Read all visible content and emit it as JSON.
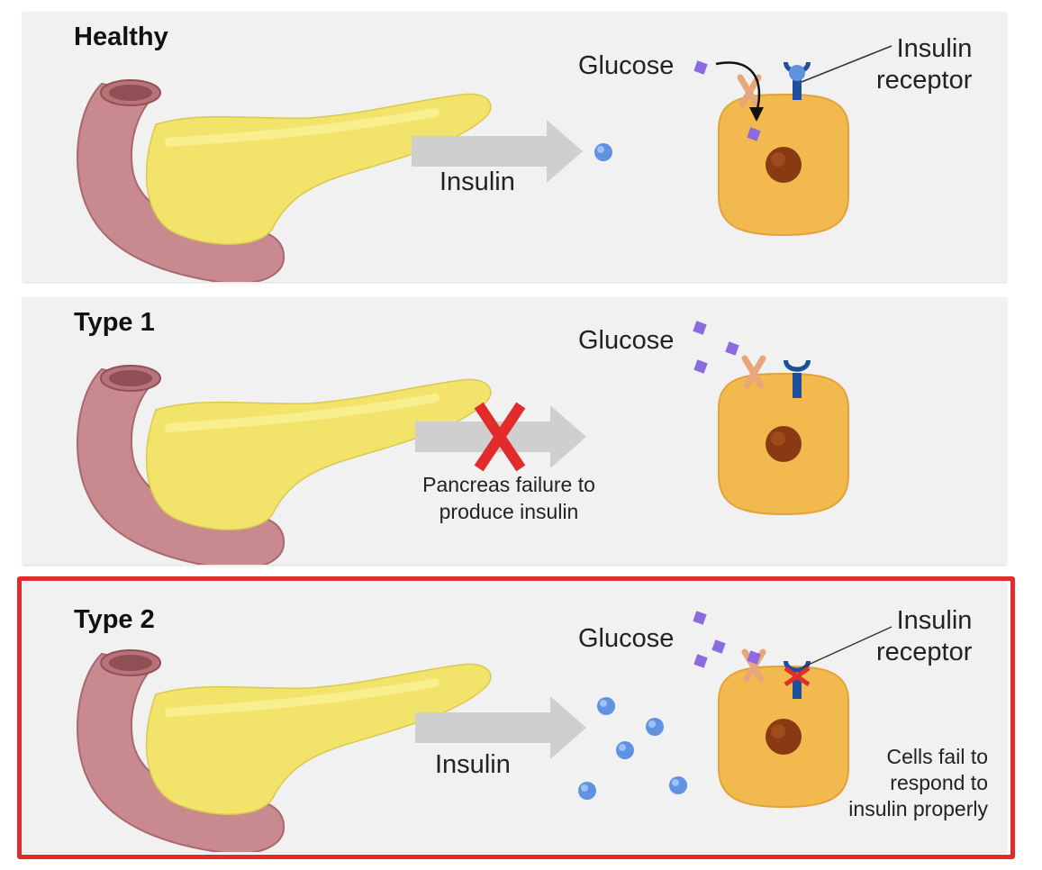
{
  "panels": {
    "healthy": {
      "title": "Healthy",
      "glucose_label": "Glucose",
      "receptor_label": "Insulin\nreceptor",
      "insulin_label": "Insulin"
    },
    "type1": {
      "title": "Type 1",
      "glucose_label": "Glucose",
      "failure_label": "Pancreas failure to\nproduce insulin"
    },
    "type2": {
      "title": "Type 2",
      "glucose_label": "Glucose",
      "receptor_label": "Insulin\nreceptor",
      "insulin_label": "Insulin",
      "cells_label": "Cells fail to\nrespond to\ninsulin properly",
      "highlighted": true
    }
  },
  "colors": {
    "panel_bg": "#f1f1f1",
    "pancreas_body": "#f2e46a",
    "pancreas_duct": "#c98a8f",
    "cell": "#f2b94e",
    "nucleus": "#8a3a12",
    "insulin": "#5f93e0",
    "glucose": "#8a6be0",
    "receptor": "#1f4f9a",
    "glucose_transporter": "#e8a77a",
    "arrow": "#cfcfcf",
    "fail_mark": "#e22b2b",
    "highlight_border": "#e22b2b"
  },
  "icons": [
    "pancreas-illustration",
    "cell-illustration",
    "insulin-receptor-icon",
    "glucose-transporter-icon",
    "insulin-molecule-icon",
    "glucose-molecule-icon",
    "arrow-icon",
    "red-x-icon"
  ]
}
